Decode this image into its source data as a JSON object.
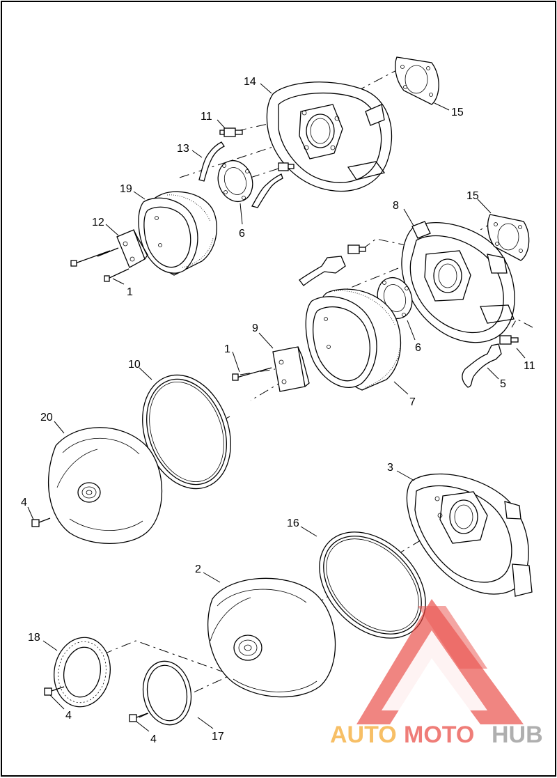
{
  "callouts": {
    "c1a": "1",
    "c1b": "1",
    "c2": "2",
    "c3": "3",
    "c4a": "4",
    "c4b": "4",
    "c4c": "4",
    "c5": "5",
    "c6a": "6",
    "c6b": "6",
    "c7": "7",
    "c8": "8",
    "c9": "9",
    "c10": "10",
    "c11a": "11",
    "c11b": "11",
    "c12": "12",
    "c13": "13",
    "c14": "14",
    "c15a": "15",
    "c15b": "15",
    "c16": "16",
    "c17": "17",
    "c18": "18",
    "c19": "19",
    "c20": "20"
  },
  "watermark": {
    "part1": "AUTO",
    "part2": "MOTO",
    "part3": "HUB",
    "colors": {
      "red": "#e8403a",
      "orange": "#f4a21e",
      "gray": "#8a8a8a"
    }
  }
}
